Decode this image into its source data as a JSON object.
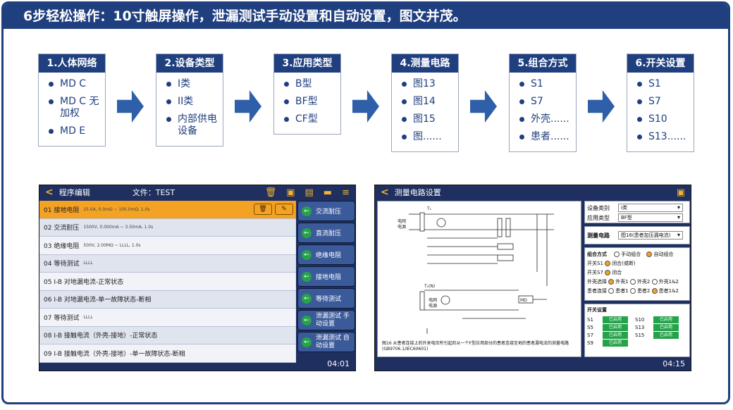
{
  "banner": "6步轻松操作：10寸触屏操作，泄漏测试手动设置和自动设置，图文并茂。",
  "steps": [
    {
      "title": "1.人体网络",
      "items": [
        "MD C",
        "MD C 无加权",
        "MD E"
      ]
    },
    {
      "title": "2.设备类型",
      "items": [
        "I类",
        "II类",
        "内部供电设备"
      ]
    },
    {
      "title": "3.应用类型",
      "items": [
        "B型",
        "BF型",
        "CF型"
      ]
    },
    {
      "title": "4.测量电路",
      "items": [
        "图13",
        "图14",
        "图15",
        "图......"
      ]
    },
    {
      "title": "5.组合方式",
      "items": [
        "S1",
        "S7",
        "外壳......",
        "患者......"
      ]
    },
    {
      "title": "6.开关设置",
      "items": [
        "S1",
        "S7",
        "S10",
        "S13......"
      ]
    }
  ],
  "left_screen": {
    "title": "程序编辑",
    "file": "文件：TEST",
    "time": "04:01",
    "rows": [
      {
        "label": "01 接地电阻",
        "params": "25.0A, 0.0mΩ ~ 100.0mΩ, 1.0s"
      },
      {
        "label": "02 交流耐压",
        "params": "1500V, 0.000mA ~ 3.50mA, 1.0s"
      },
      {
        "label": "03 绝缘电阻",
        "params": "500V, 2.00MΩ ~ LLLL, 1.0s"
      },
      {
        "label": "04 等待测试",
        "params": "LLLL"
      },
      {
        "label": "05 I-B 对地漏电流-正常状态",
        "params": ""
      },
      {
        "label": "06 I-B 对地漏电流-单一故障状态-断相",
        "params": ""
      },
      {
        "label": "07 等待测试",
        "params": "LLLL"
      },
      {
        "label": "08 I-B 接触电流（外壳-接地）-正常状态",
        "params": ""
      },
      {
        "label": "09 I-B 接触电流（外壳-接地）-单一故障状态-断相",
        "params": ""
      }
    ],
    "side_buttons": [
      "交流耐压",
      "直流耐压",
      "绝缘电阻",
      "接地电阻",
      "等待测试",
      "泄漏测试 手动设置",
      "泄漏测试 自动设置"
    ]
  },
  "right_screen": {
    "title": "测量电路设置",
    "time": "04:15",
    "caption": "图16 从患者连接上的外来电压所引起的从一个F型应用部分的患者连接至地的患者漏电流的测量电路(GB9706.1/IEC60601)",
    "device_label": "设备类别",
    "device_value": "I类",
    "app_label": "应用类型",
    "app_value": "BF型",
    "circuit_label": "测量电路",
    "circuit_value": "图16(患者加压漏电流)",
    "combo_title": "组合方式",
    "combo_manual": "手动组合",
    "combo_auto": "自动组合",
    "s1_label": "开关S1",
    "s1_value": "闭合(或断)",
    "s7_label": "开关S7",
    "s7_value": "闭合",
    "case_label": "外壳选择",
    "case_opts": [
      "外壳1",
      "外壳2",
      "外壳1&2"
    ],
    "patient_label": "患者连接",
    "patient_opts": [
      "患者1",
      "患者2",
      "患者1&2"
    ],
    "switch_title": "开关设置",
    "switches": [
      {
        "name": "S1",
        "state": "已启用"
      },
      {
        "name": "S10",
        "state": "已启用"
      },
      {
        "name": "S5",
        "state": "已启用"
      },
      {
        "name": "S13",
        "state": "已启用"
      },
      {
        "name": "S7",
        "state": "已启用"
      },
      {
        "name": "S15",
        "state": "已启用"
      },
      {
        "name": "S9",
        "state": "已启用"
      }
    ]
  },
  "colors": {
    "navy": "#1f3f7f",
    "orange": "#f4a223",
    "green": "#25a34a"
  }
}
